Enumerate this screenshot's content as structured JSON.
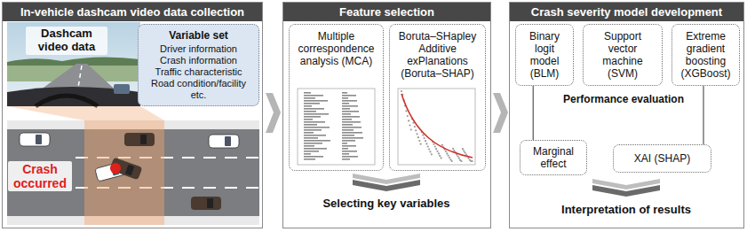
{
  "diagram": {
    "nodes": [
      {
        "text": [
          "In-vehicle dashcam video data collection"
        ]
      },
      {
        "text": [
          "Variable set",
          "Driver information",
          "Crash information",
          "Traffic characteristic",
          "Road condition/facility",
          "etc."
        ],
        "in": 0
      },
      {
        "text": [
          "Feature selection"
        ]
      },
      {
        "text": [
          "Multiple correspondence analysis (MCA)"
        ],
        "in": 2
      },
      {
        "text": [
          "Boruta–SHapley Additive exPlanations (Boruta–SHAP)"
        ],
        "in": 2
      },
      {
        "text": [
          "Crash severity model development"
        ]
      },
      {
        "text": [
          "Binary logit model (BLM)"
        ],
        "in": 5
      },
      {
        "text": [
          "Support vector machine (SVM)"
        ],
        "in": 5
      },
      {
        "text": [
          "Extreme gradient boosting (XGBoost)"
        ],
        "in": 5
      },
      {
        "text": [
          "Marginal effect"
        ],
        "in": 5
      },
      {
        "text": [
          "XAI (SHAP)"
        ],
        "in": 5
      }
    ],
    "edges": [
      {
        "from": 6,
        "to": 9,
        "arrow": "none"
      },
      {
        "from": 8,
        "to": 10,
        "arrow": "none"
      }
    ],
    "labels": [
      "Dashcam video data",
      "Crash occurred",
      "Selecting key variables",
      "Performance evaluation",
      "Interpretation of results"
    ]
  }
}
